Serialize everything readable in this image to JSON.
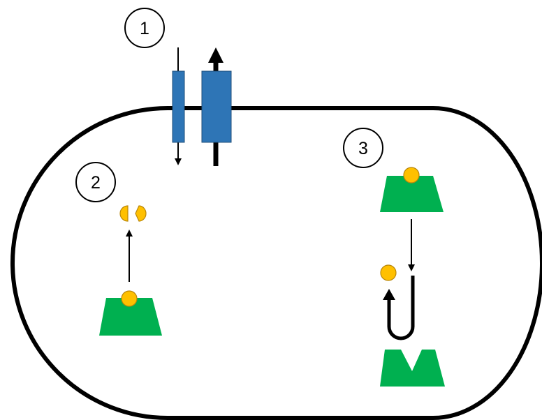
{
  "labels": {
    "mechanism_1": "1",
    "mechanism_2": "2",
    "mechanism_3": "3"
  },
  "colors": {
    "outline": "#000000",
    "transporter": "#2e75b6",
    "enzyme": "#00b050",
    "molecule": "#ffc000",
    "molecule_edge": "#b8860b",
    "background": "#ffffff"
  },
  "icons": {
    "cell": "cell-membrane-outline",
    "transporter": "membrane-transporter-icon",
    "enzyme": "enzyme-icon",
    "molecule": "antibiotic-molecule-icon"
  }
}
